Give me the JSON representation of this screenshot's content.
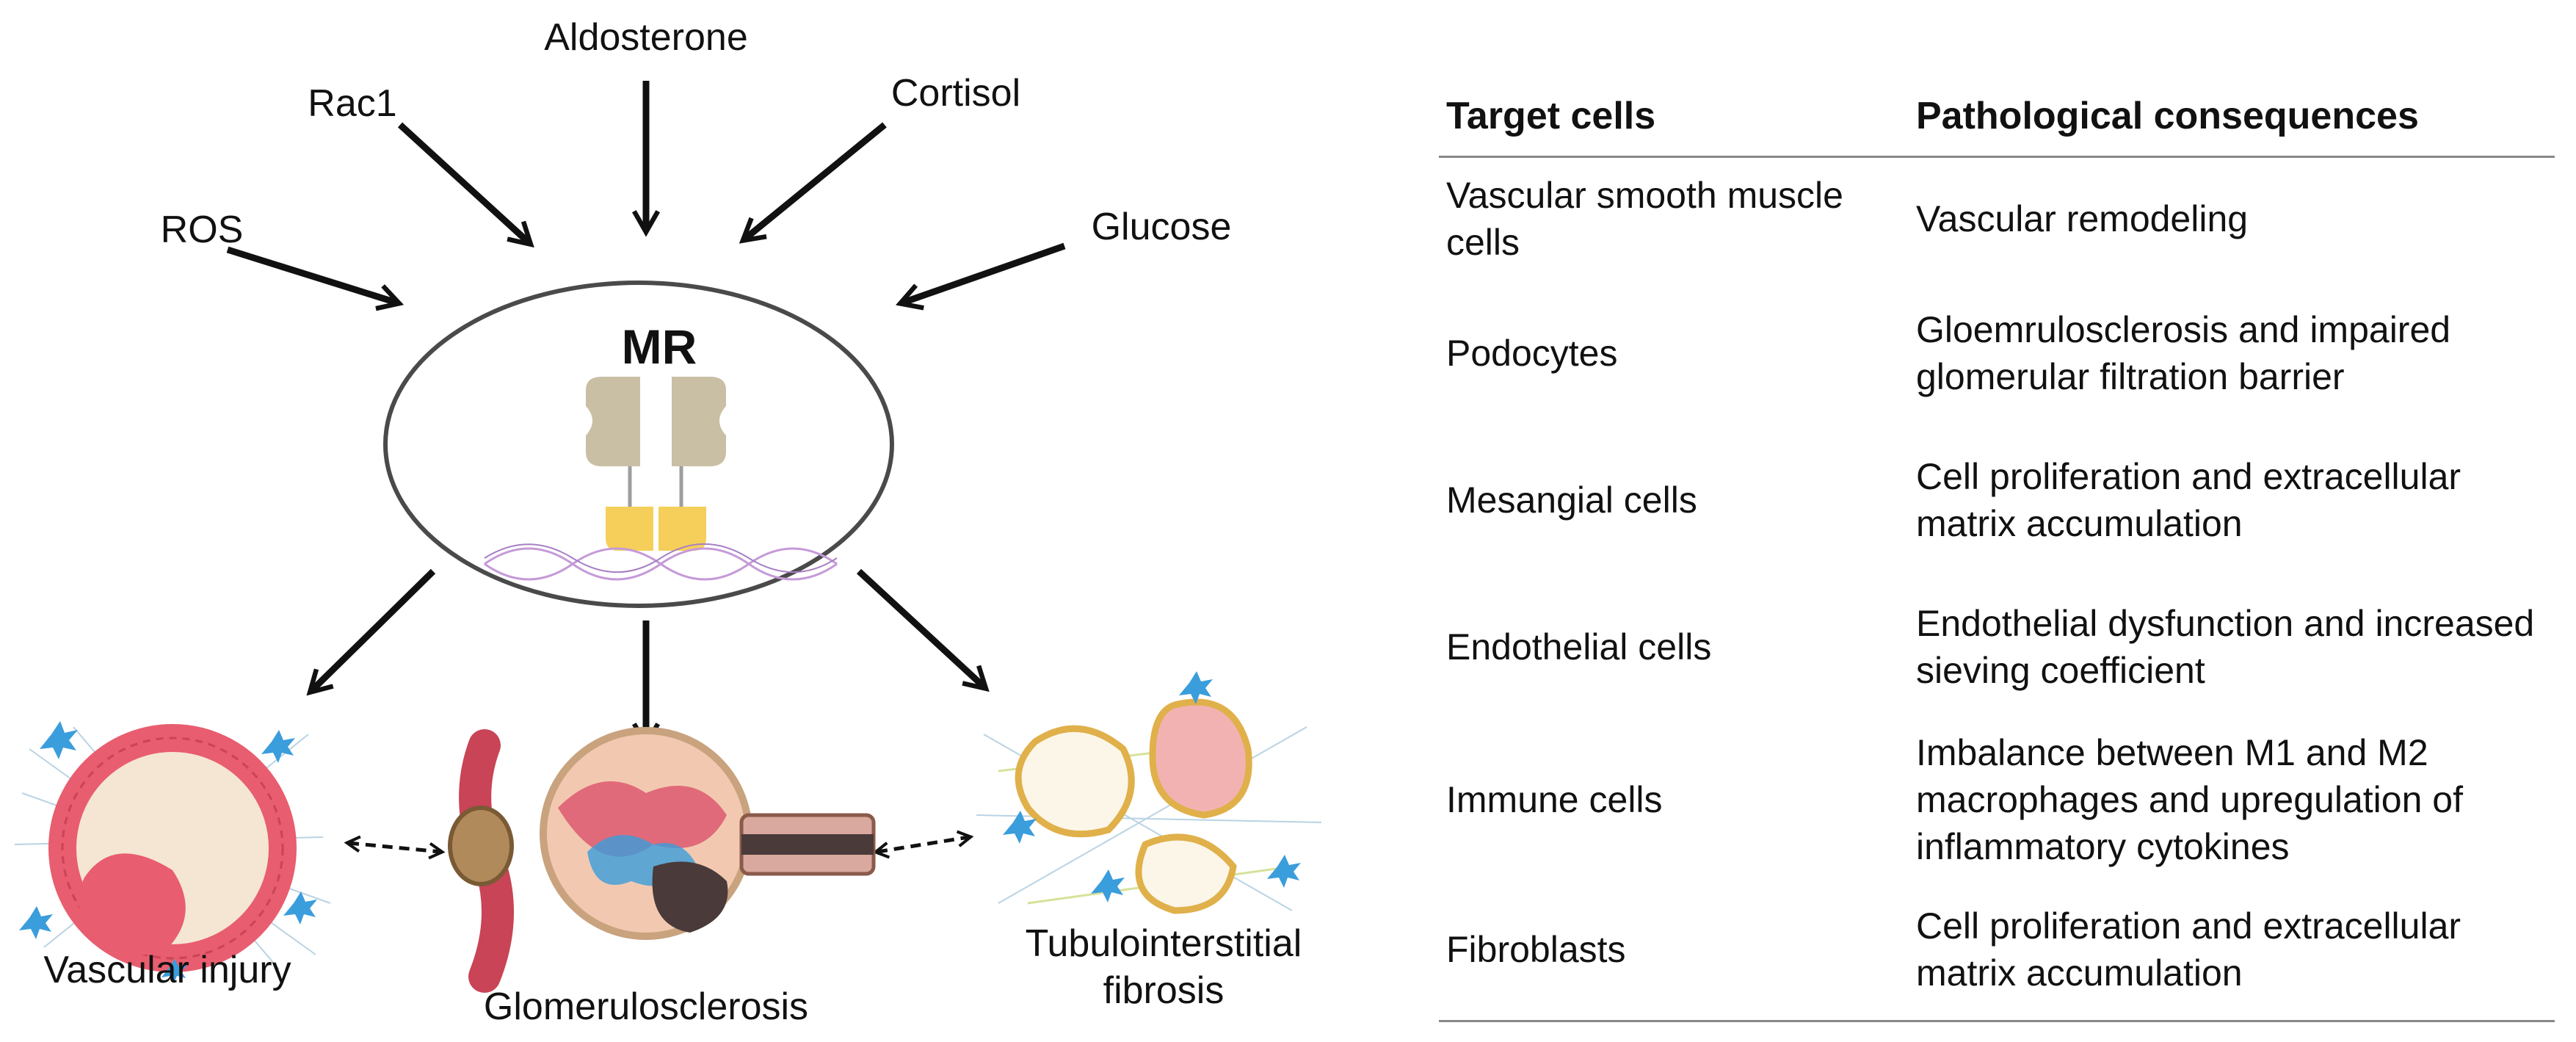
{
  "diagram": {
    "inputs": [
      "ROS",
      "Rac1",
      "Aldosterone",
      "Cortisol",
      "Glucose"
    ],
    "center_label": "MR",
    "outcomes": [
      "Vascular injury",
      "Glomerulosclerosis",
      "Tubulointerstitial",
      "fibrosis"
    ],
    "colors": {
      "receptor": "#c9bfa4",
      "ligand_domain": "#f5cf5a",
      "dna": "#c59ad8",
      "vessel_red": "#e85d6f",
      "cell_blue": "#3a9ddc"
    }
  },
  "table": {
    "headers": [
      "Target cells",
      "Pathological consequences"
    ],
    "rows": [
      {
        "cell": "Vascular smooth muscle cells",
        "consequence": "Vascular remodeling"
      },
      {
        "cell": "Podocytes",
        "consequence": "Gloemrulosclerosis and impaired glomerular filtration barrier"
      },
      {
        "cell": "Mesangial cells",
        "consequence": "Cell proliferation and extracellular matrix accumulation"
      },
      {
        "cell": "Endothelial cells",
        "consequence": "Endothelial dysfunction and increased sieving coefficient"
      },
      {
        "cell": "Immune cells",
        "consequence": "Imbalance between M1 and M2 macrophages and upregulation of inflammatory cytokines"
      },
      {
        "cell": "Fibroblasts",
        "consequence": "Cell proliferation and extracellular matrix accumulation"
      }
    ]
  }
}
